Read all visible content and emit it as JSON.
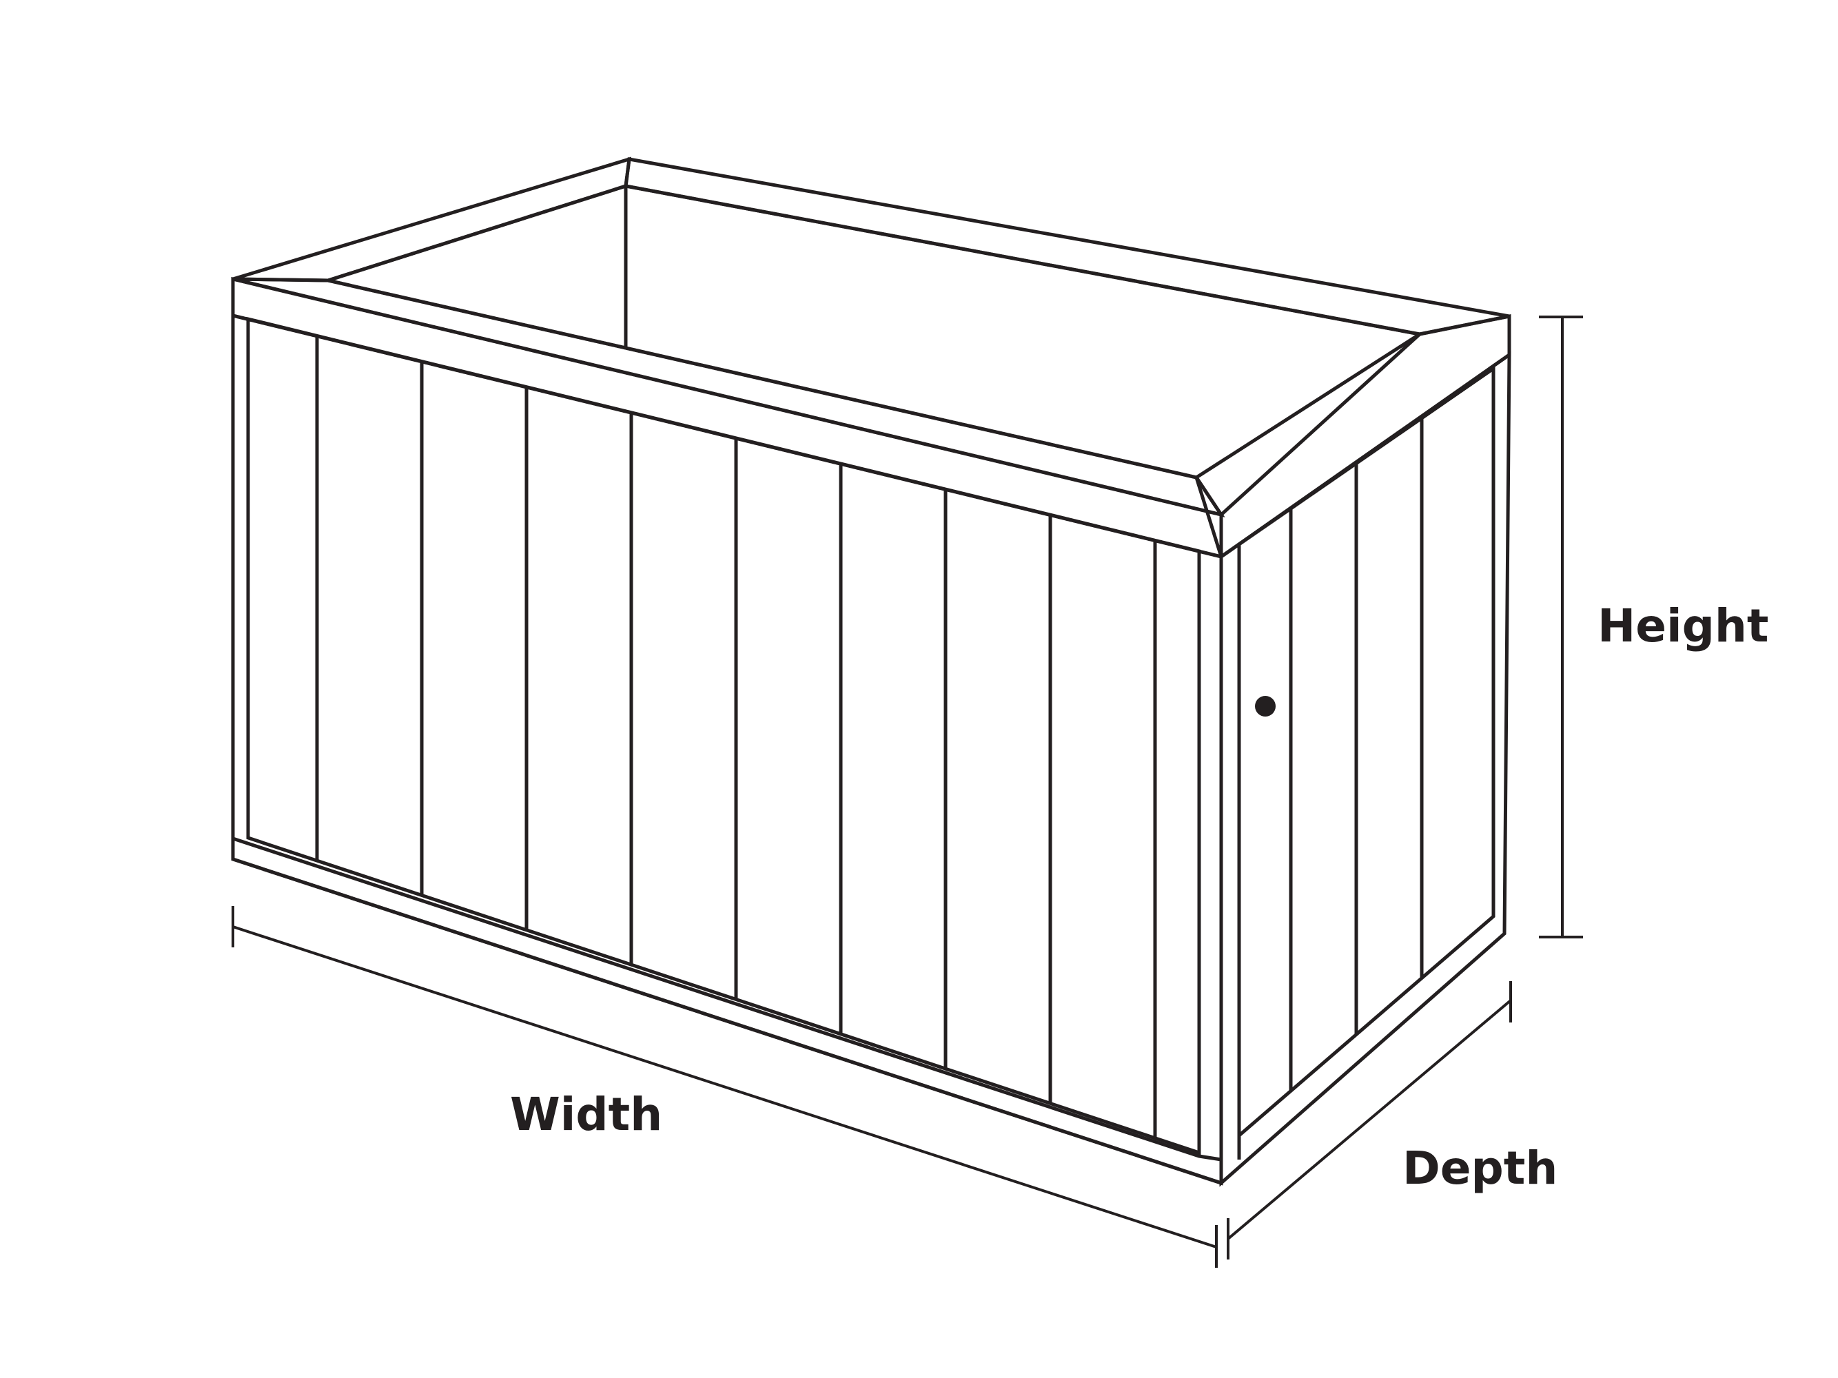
{
  "labels": {
    "height": "Height",
    "width": "Width",
    "depth": "Depth"
  },
  "colors": {
    "fill": "#b4b1b2",
    "outline": "#231f20",
    "frame": "#ffffff"
  }
}
